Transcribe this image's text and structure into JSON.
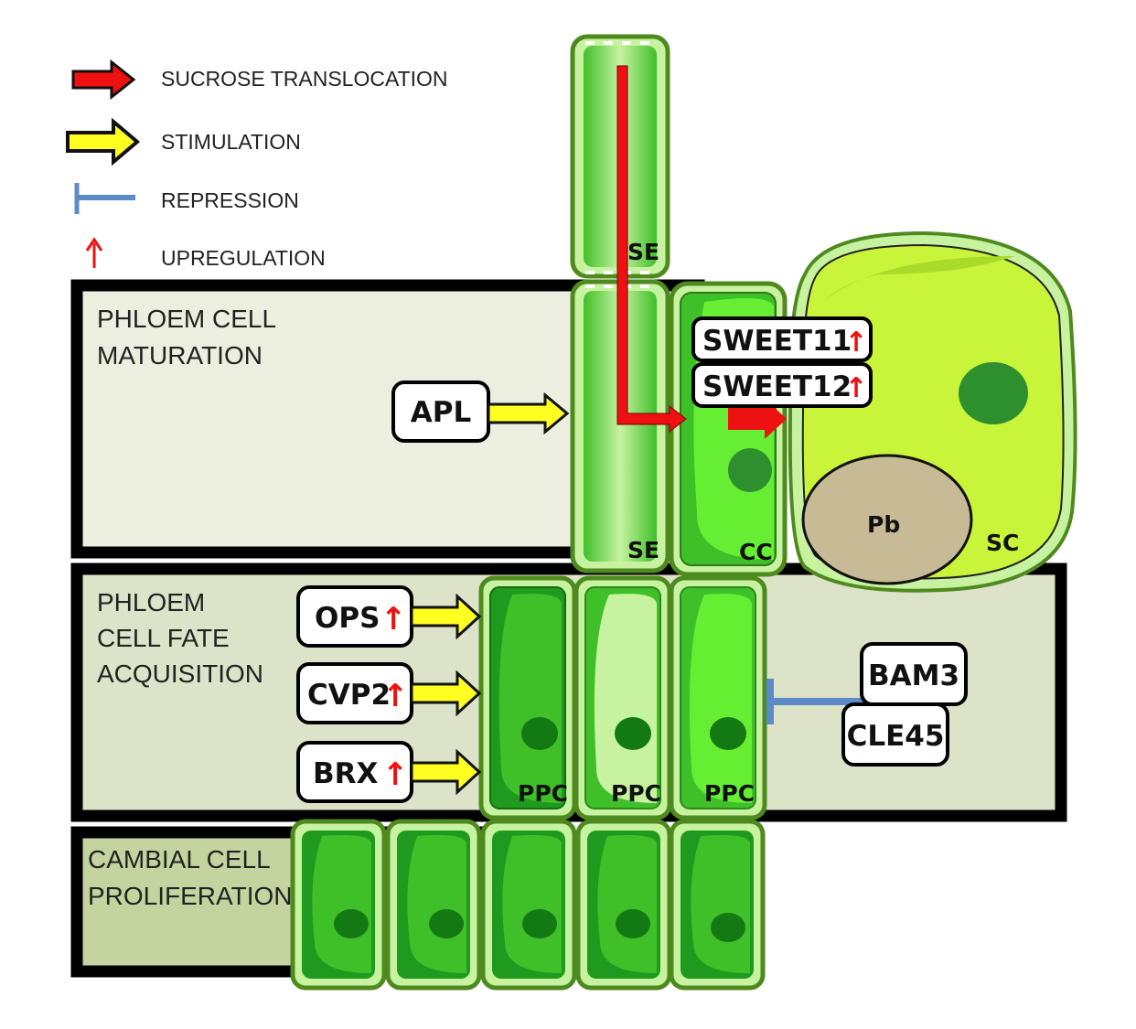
{
  "legend": {
    "translocation": "SUCROSE TRANSLOCATION",
    "stimulation": "STIMULATION",
    "repression": "REPRESSION",
    "upregulation": "UPREGULATION"
  },
  "zones": {
    "maturation": {
      "line1": "PHLOEM CELL",
      "line2": "MATURATION"
    },
    "fate": {
      "line1": "PHLOEM",
      "line2": "CELL FATE",
      "line3": "ACQUISITION"
    },
    "cambial": {
      "line1": "CAMBIAL CELL",
      "line2": "PROLIFERATION"
    }
  },
  "genes": {
    "apl": "APL",
    "sweet11": "SWEET11",
    "sweet12": "SWEET12",
    "ops": "OPS",
    "cvp2": "CVP2",
    "brx": "BRX",
    "bam3": "BAM3",
    "cle45": "CLE45"
  },
  "cells": {
    "se": "SE",
    "cc": "CC",
    "pb": "Pb",
    "sc": "SC",
    "ppc": "PPC"
  },
  "up_arrow": "↑",
  "colors": {
    "translocation": "#ee1111",
    "stimulation": "#ffff22",
    "repression": "#5b8cc8",
    "upregulation": "#ee1111",
    "cell_outline": "#4f8a1f"
  }
}
